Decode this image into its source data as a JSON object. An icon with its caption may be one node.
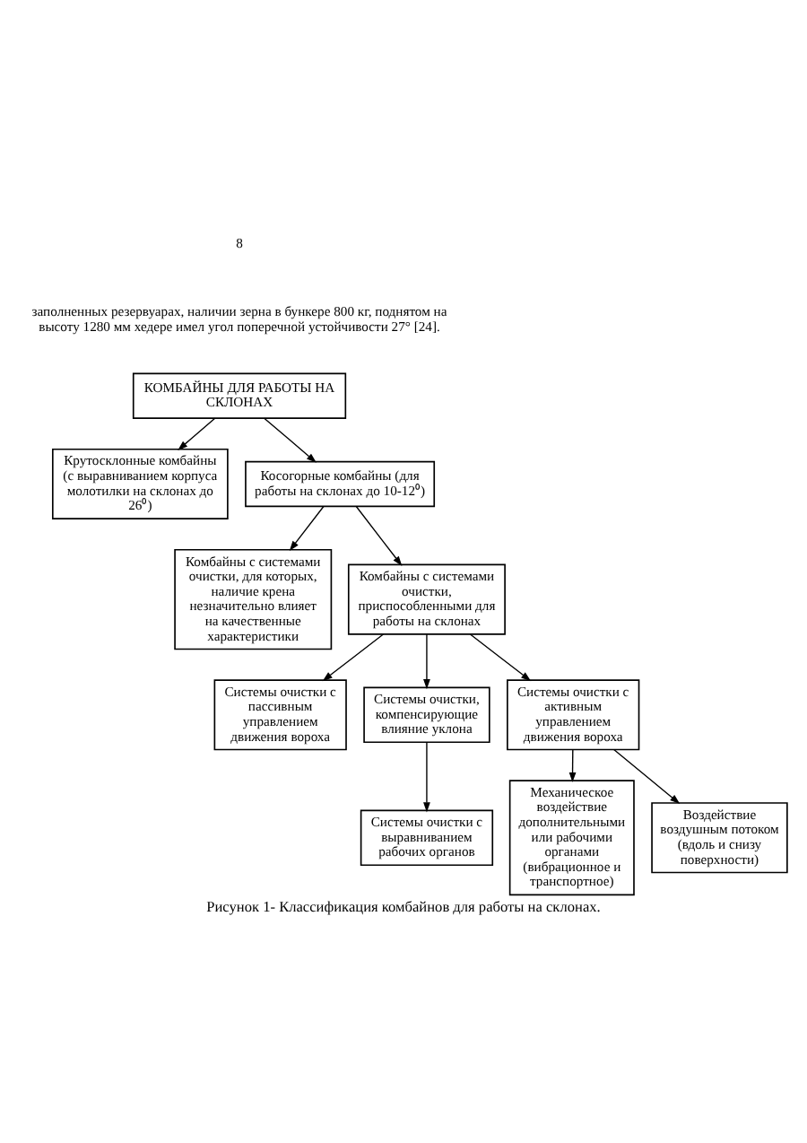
{
  "diagram": {
    "caption": "Рисунок 1- Классификация комбайнов для работы на склонах.",
    "nodes": [
      {
        "text": [
          "КОМБАЙНЫ ДЛЯ РАБОТЫ НА СКЛОНАХ"
        ]
      },
      {
        "text": [
          "Крутосклонные комбайны (с выравниванием корпуса молотилки на склонах до 26⁰)"
        ]
      },
      {
        "text": [
          "Косогорные комбайны (для работы на склонах до 10-12⁰)"
        ]
      },
      {
        "text": [
          "Комбайны с системами очистки, для которых, наличие крена незначительно влияет на качественные характеристики"
        ]
      },
      {
        "text": [
          "Комбайны с системами очистки, приспособленными для работы на склонах"
        ]
      },
      {
        "text": [
          "Системы очистки с пассивным управлением движения вороха"
        ]
      },
      {
        "text": [
          "Системы очистки, компенсирующие влияние уклона"
        ]
      },
      {
        "text": [
          "Системы очистки с активным управлением движения вороха"
        ]
      },
      {
        "text": [
          "Системы очистки с выравниванием рабочих органов"
        ]
      },
      {
        "text": [
          "Механическое воздействие дополнительными или рабочими органами (вибрационное и транспортное)"
        ]
      },
      {
        "text": [
          "Воздействие воздушным потоком (вдоль и снизу поверхности)"
        ]
      }
    ],
    "edges": [
      {
        "from": 0,
        "to": 1,
        "arrow": "to"
      },
      {
        "from": 0,
        "to": 2,
        "arrow": "to"
      },
      {
        "from": 2,
        "to": 3,
        "arrow": "to"
      },
      {
        "from": 2,
        "to": 4,
        "arrow": "to"
      },
      {
        "from": 4,
        "to": 5,
        "arrow": "to"
      },
      {
        "from": 4,
        "to": 6,
        "arrow": "to"
      },
      {
        "from": 4,
        "to": 7,
        "arrow": "to"
      },
      {
        "from": 6,
        "to": 8,
        "arrow": "to"
      },
      {
        "from": 7,
        "to": 9,
        "arrow": "to"
      },
      {
        "from": 7,
        "to": 10,
        "arrow": "to"
      }
    ],
    "labels": [
      "8",
      "заполненных резервуарах, наличии зерна в бункере 800 кг, поднятом на высоту 1280 мм хедере имел угол поперечной устойчивости 27° [24]."
    ]
  }
}
